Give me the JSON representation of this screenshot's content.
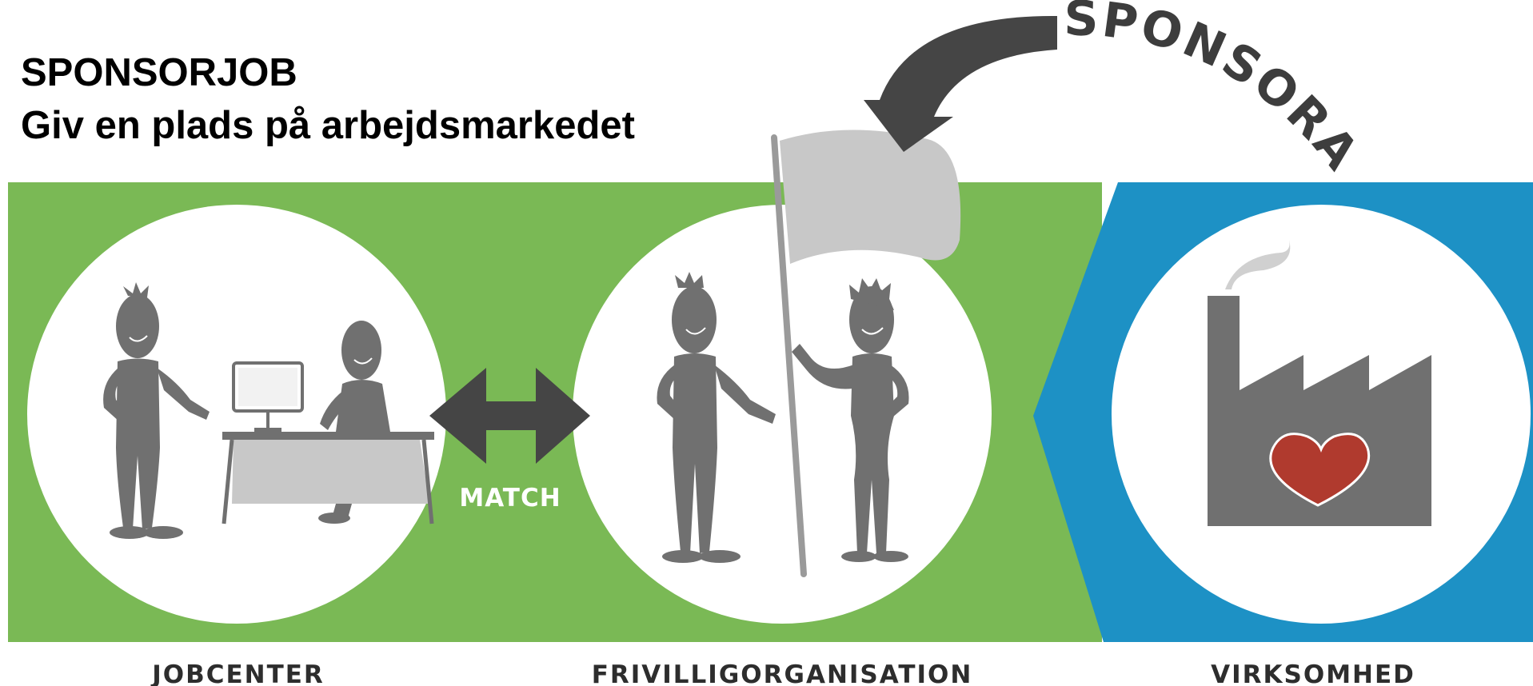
{
  "title": {
    "line1": "SPONSORJOB",
    "line2": "Giv en plads på arbejdsmarkedet"
  },
  "arrow_label": "SPONSORAT",
  "match_label": "MATCH",
  "sections": [
    {
      "label": "JOBCENTER"
    },
    {
      "label": "FRIVILLIGORGANISATION"
    },
    {
      "label": "VIRKSOMHED"
    }
  ],
  "colors": {
    "green": "#7ab955",
    "blue": "#1d91c5",
    "figure": "#707070",
    "dark_arrow": "#454545",
    "flag": "#c8c8c8",
    "heart": "#b03a2e"
  }
}
